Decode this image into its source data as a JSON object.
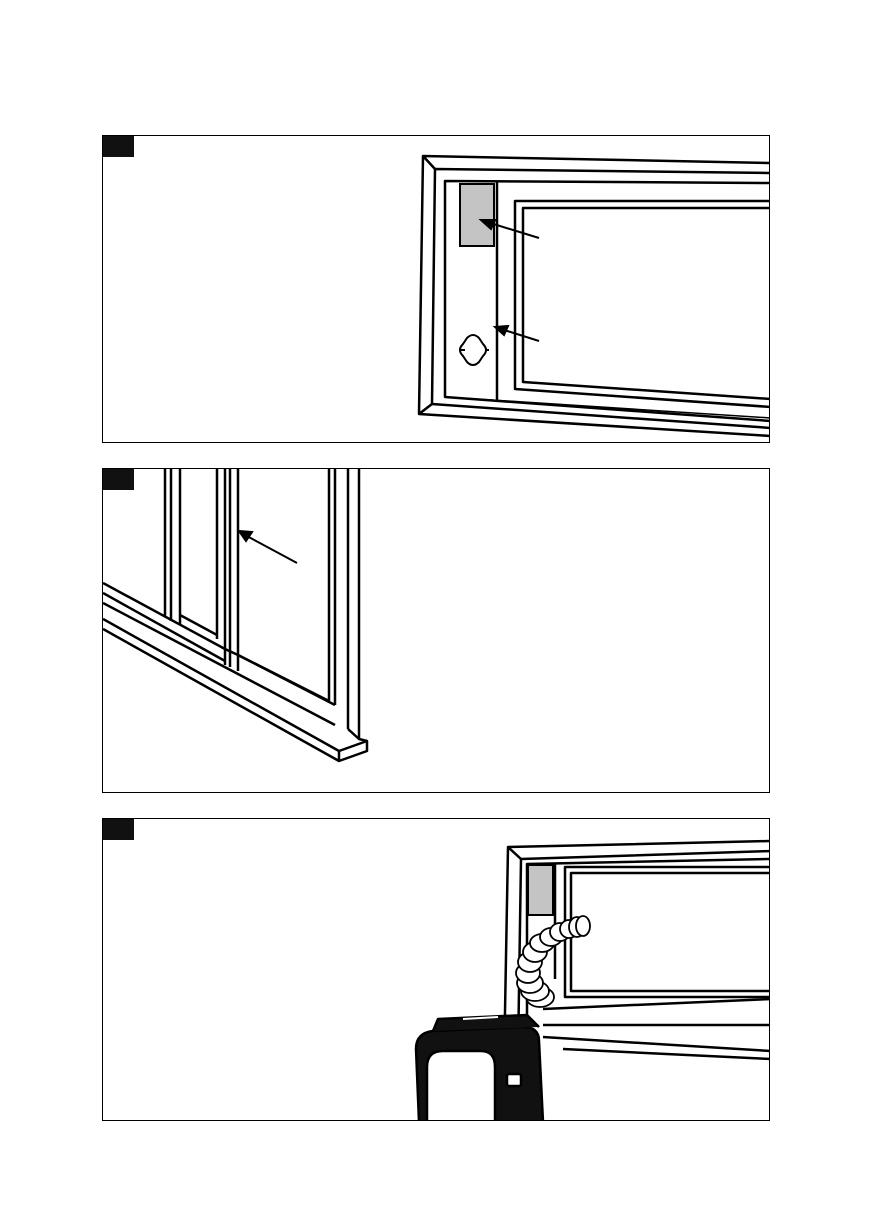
{
  "panels": [
    {
      "id": 1,
      "illustration": "window-frame-with-gray-pad-and-mount-bracket"
    },
    {
      "id": 2,
      "illustration": "sliding-door-with-gap-arrow"
    },
    {
      "id": 3,
      "illustration": "portable-air-conditioner-with-exhaust-hose-to-window"
    }
  ],
  "colors": {
    "pad_gray": "#c4c4c4",
    "line": "#000000",
    "background": "#ffffff"
  }
}
